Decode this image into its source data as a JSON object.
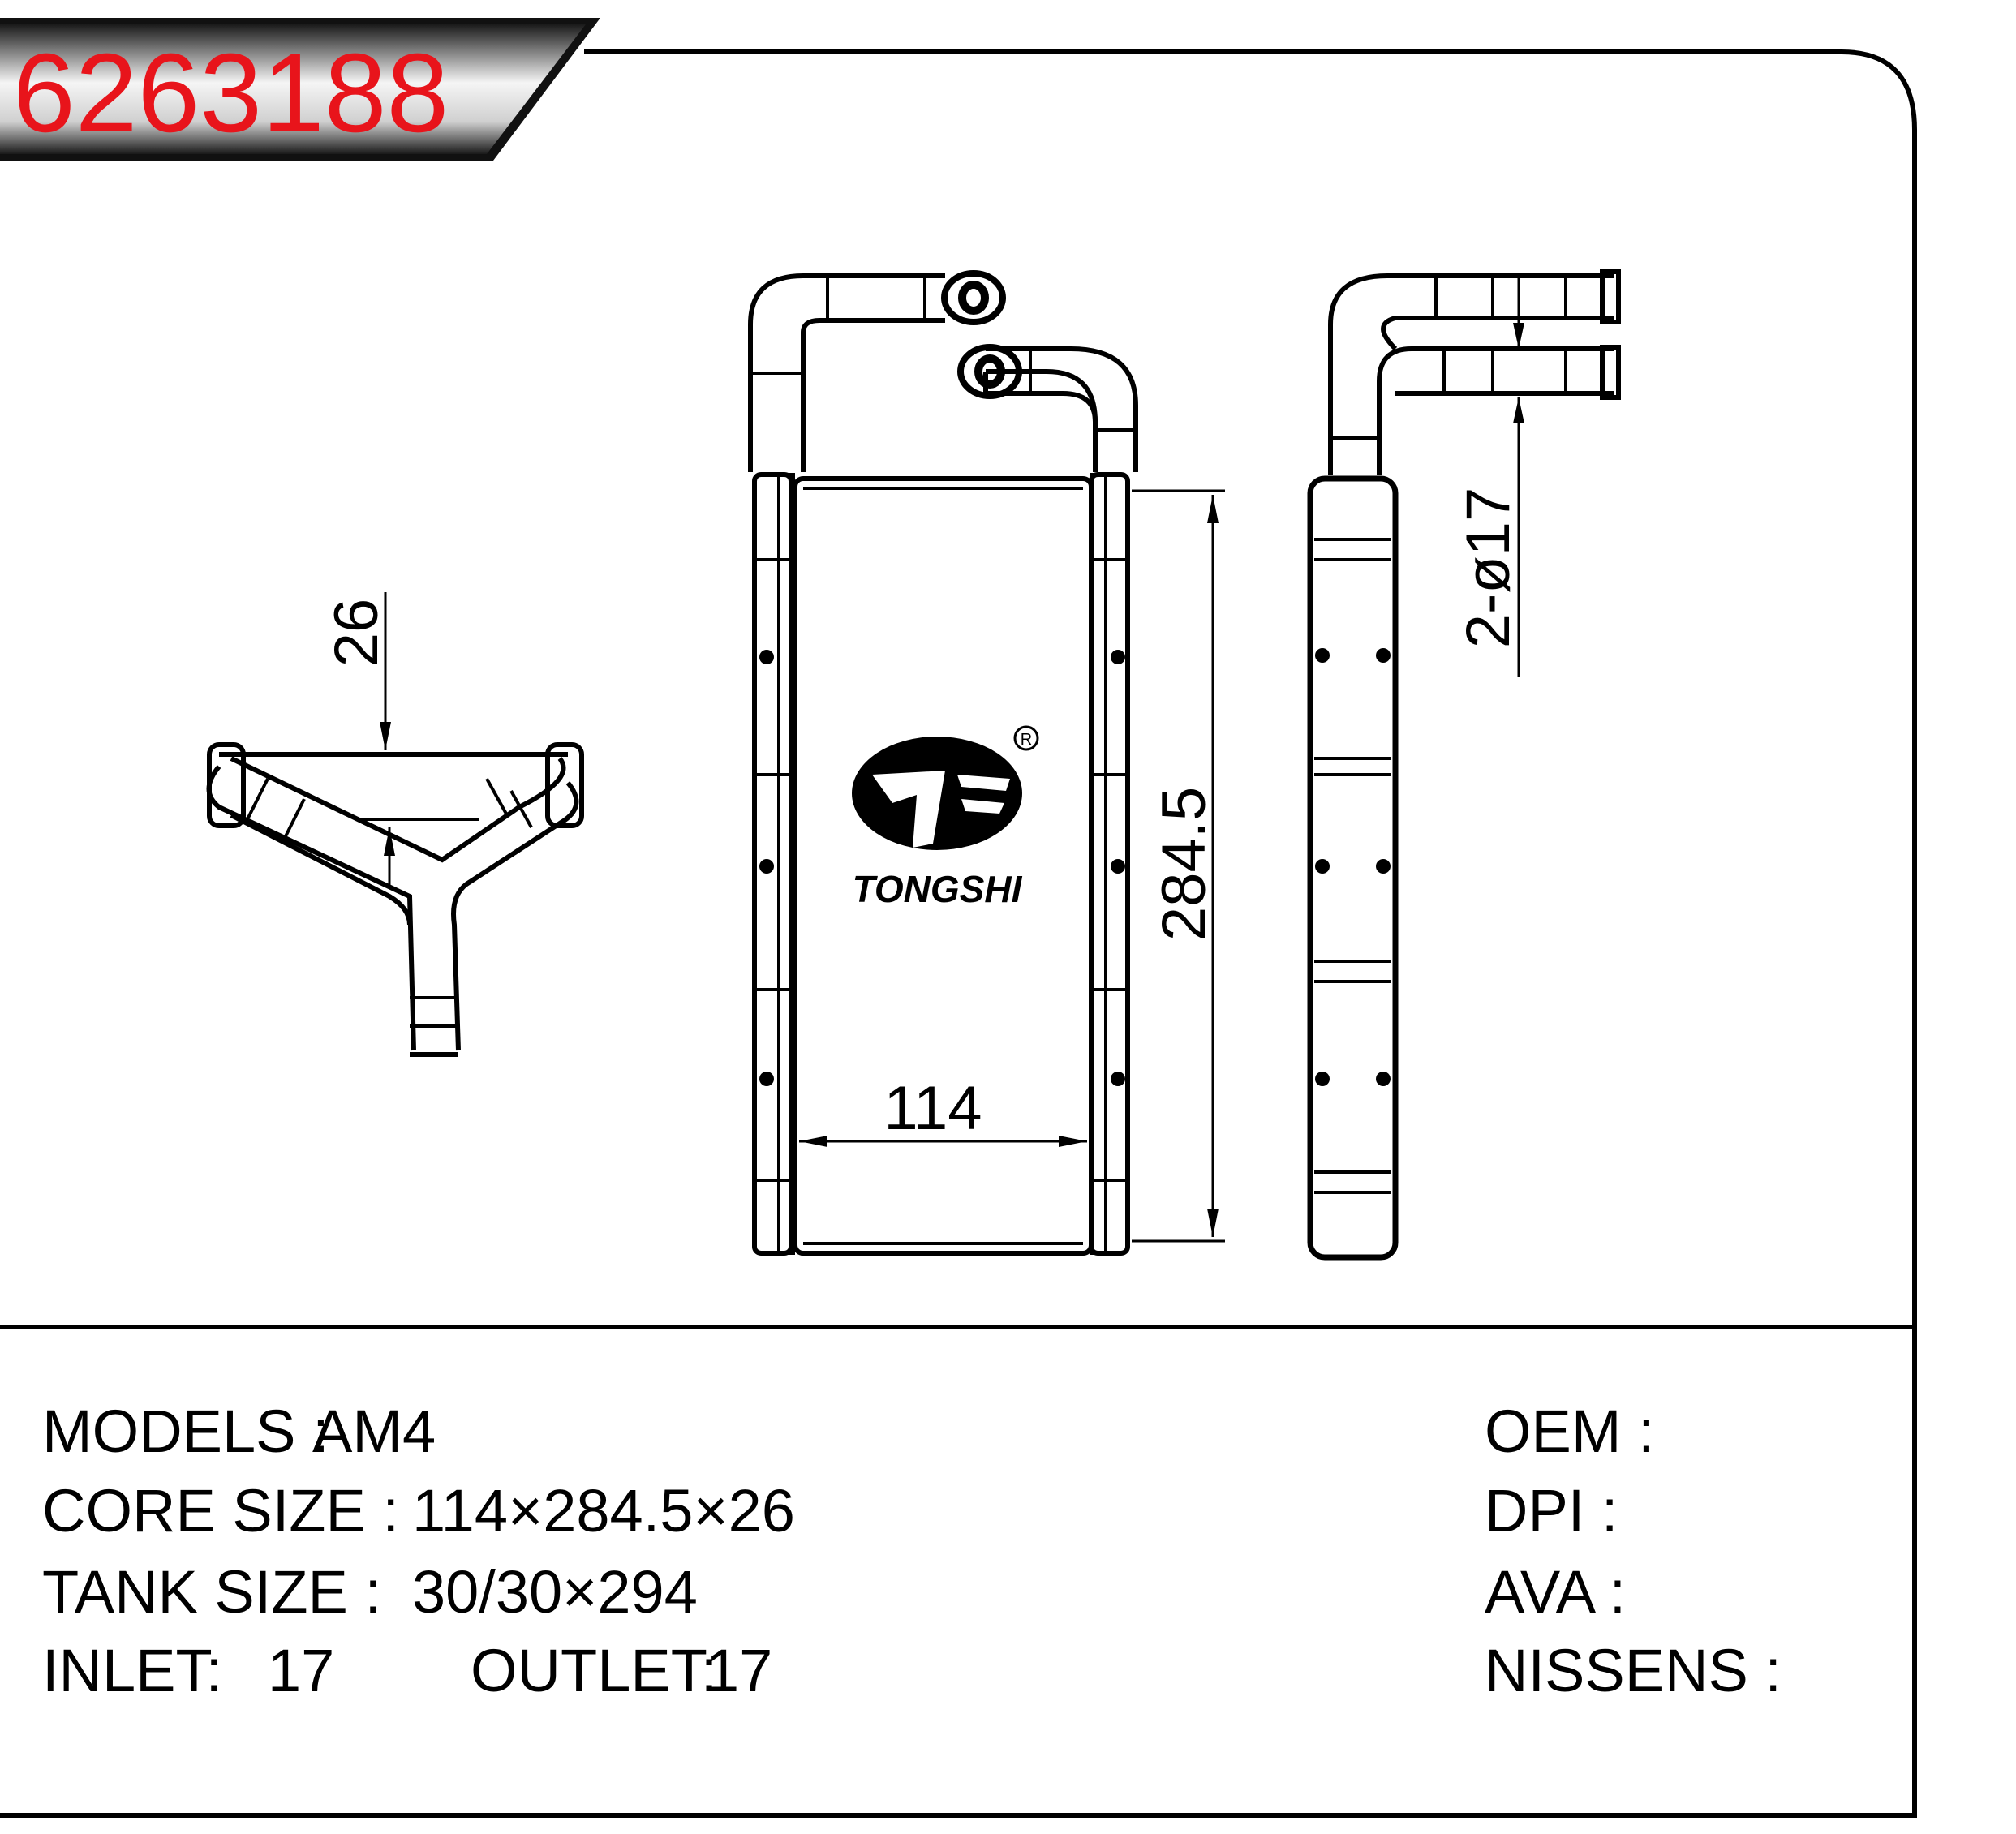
{
  "part_number": "6263188",
  "brand": {
    "name": "TONGSHI",
    "registered_mark": "R"
  },
  "dimensions": {
    "width": "114",
    "height": "284.5",
    "depth": "26",
    "pipe": "2-ø17"
  },
  "specs": {
    "models_label": "MODELS :",
    "models_value": "AM4",
    "core_label": "CORE SIZE :",
    "core_value": "114×284.5×26",
    "tank_label": "TANK SIZE :",
    "tank_value": "30/30×294",
    "inlet_label": "INLET:",
    "inlet_value": "17",
    "outlet_label": "OUTLET:",
    "outlet_value": "17"
  },
  "references": {
    "oem_label": "OEM :",
    "dpi_label": "DPI :",
    "ava_label": "AVA :",
    "nissens_label": "NISSENS :"
  },
  "colors": {
    "part_number": "#e8141b",
    "banner_dark": "#1a1a1a",
    "banner_light": "#f2f2f2",
    "stroke": "#000000"
  }
}
